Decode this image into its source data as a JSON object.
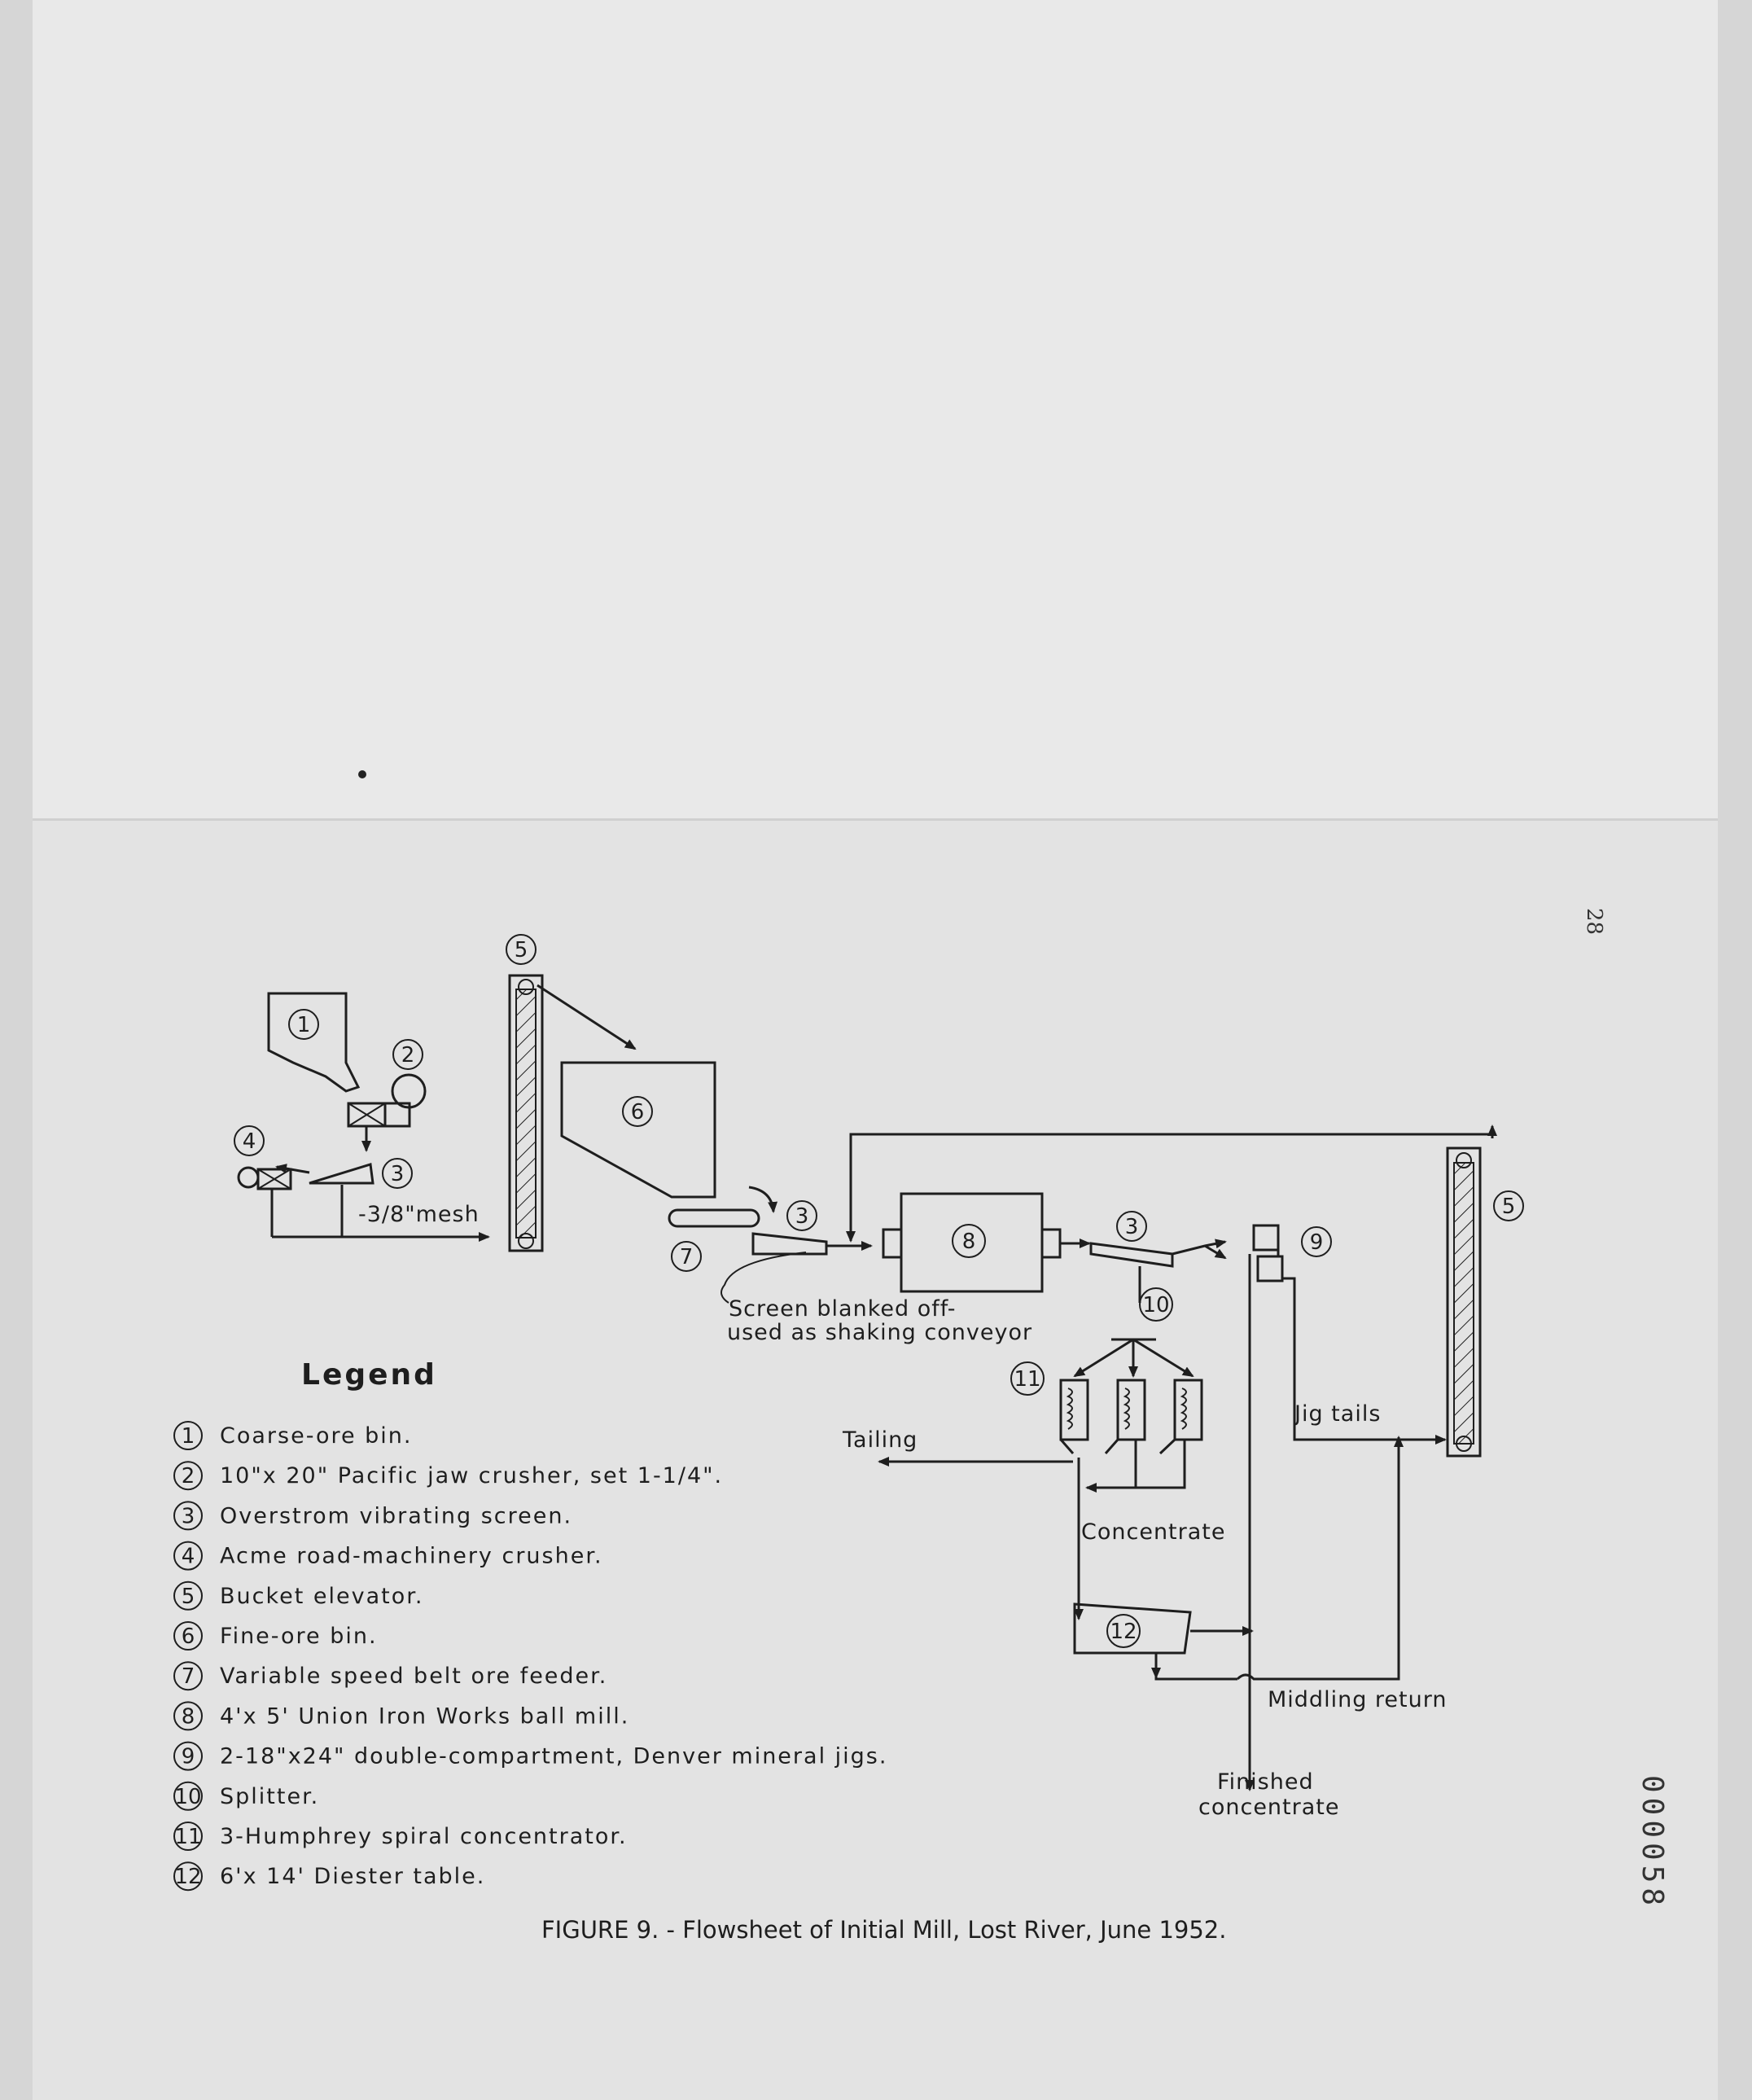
{
  "page_number": "28",
  "stamp": "000058",
  "caption": "FIGURE 9. - Flowsheet of Initial Mill, Lost River, June 1952.",
  "legend": {
    "title": "Legend",
    "items": [
      {
        "num": "1",
        "text": "Coarse-ore bin."
      },
      {
        "num": "2",
        "text": "10\"x 20\" Pacific jaw crusher, set 1-1/4\"."
      },
      {
        "num": "3",
        "text": "Overstrom vibrating screen."
      },
      {
        "num": "4",
        "text": "Acme road-machinery crusher."
      },
      {
        "num": "5",
        "text": "Bucket elevator."
      },
      {
        "num": "6",
        "text": "Fine-ore bin."
      },
      {
        "num": "7",
        "text": "Variable speed belt ore feeder."
      },
      {
        "num": "8",
        "text": "4'x 5' Union Iron Works ball mill."
      },
      {
        "num": "9",
        "text": "2-18\"x24\" double-compartment, Denver mineral jigs."
      },
      {
        "num": "10",
        "text": "Splitter."
      },
      {
        "num": "11",
        "text": "3-Humphrey spiral concentrator."
      },
      {
        "num": "12",
        "text": "6'x 14' Diester table."
      }
    ]
  },
  "flow_labels": {
    "mesh": "-3/8\"mesh",
    "screen_note_1": "Screen blanked off-",
    "screen_note_2": "used as shaking conveyor",
    "tailing": "Tailing",
    "concentrate": "Concentrate",
    "jig_tails": "Jig tails",
    "middling_return": "Middling return",
    "finished_1": "Finished",
    "finished_2": "concentrate"
  },
  "equipment_numbers": {
    "coarse_bin": "1",
    "jaw_crusher": "2",
    "screen_a": "3",
    "acme_crusher": "4",
    "elevator_a": "5",
    "fine_bin": "6",
    "belt_feeder": "7",
    "screen_b": "3",
    "ball_mill": "8",
    "screen_c": "3",
    "jigs": "9",
    "splitter": "10",
    "spirals": "11",
    "table": "12",
    "elevator_b": "5"
  }
}
